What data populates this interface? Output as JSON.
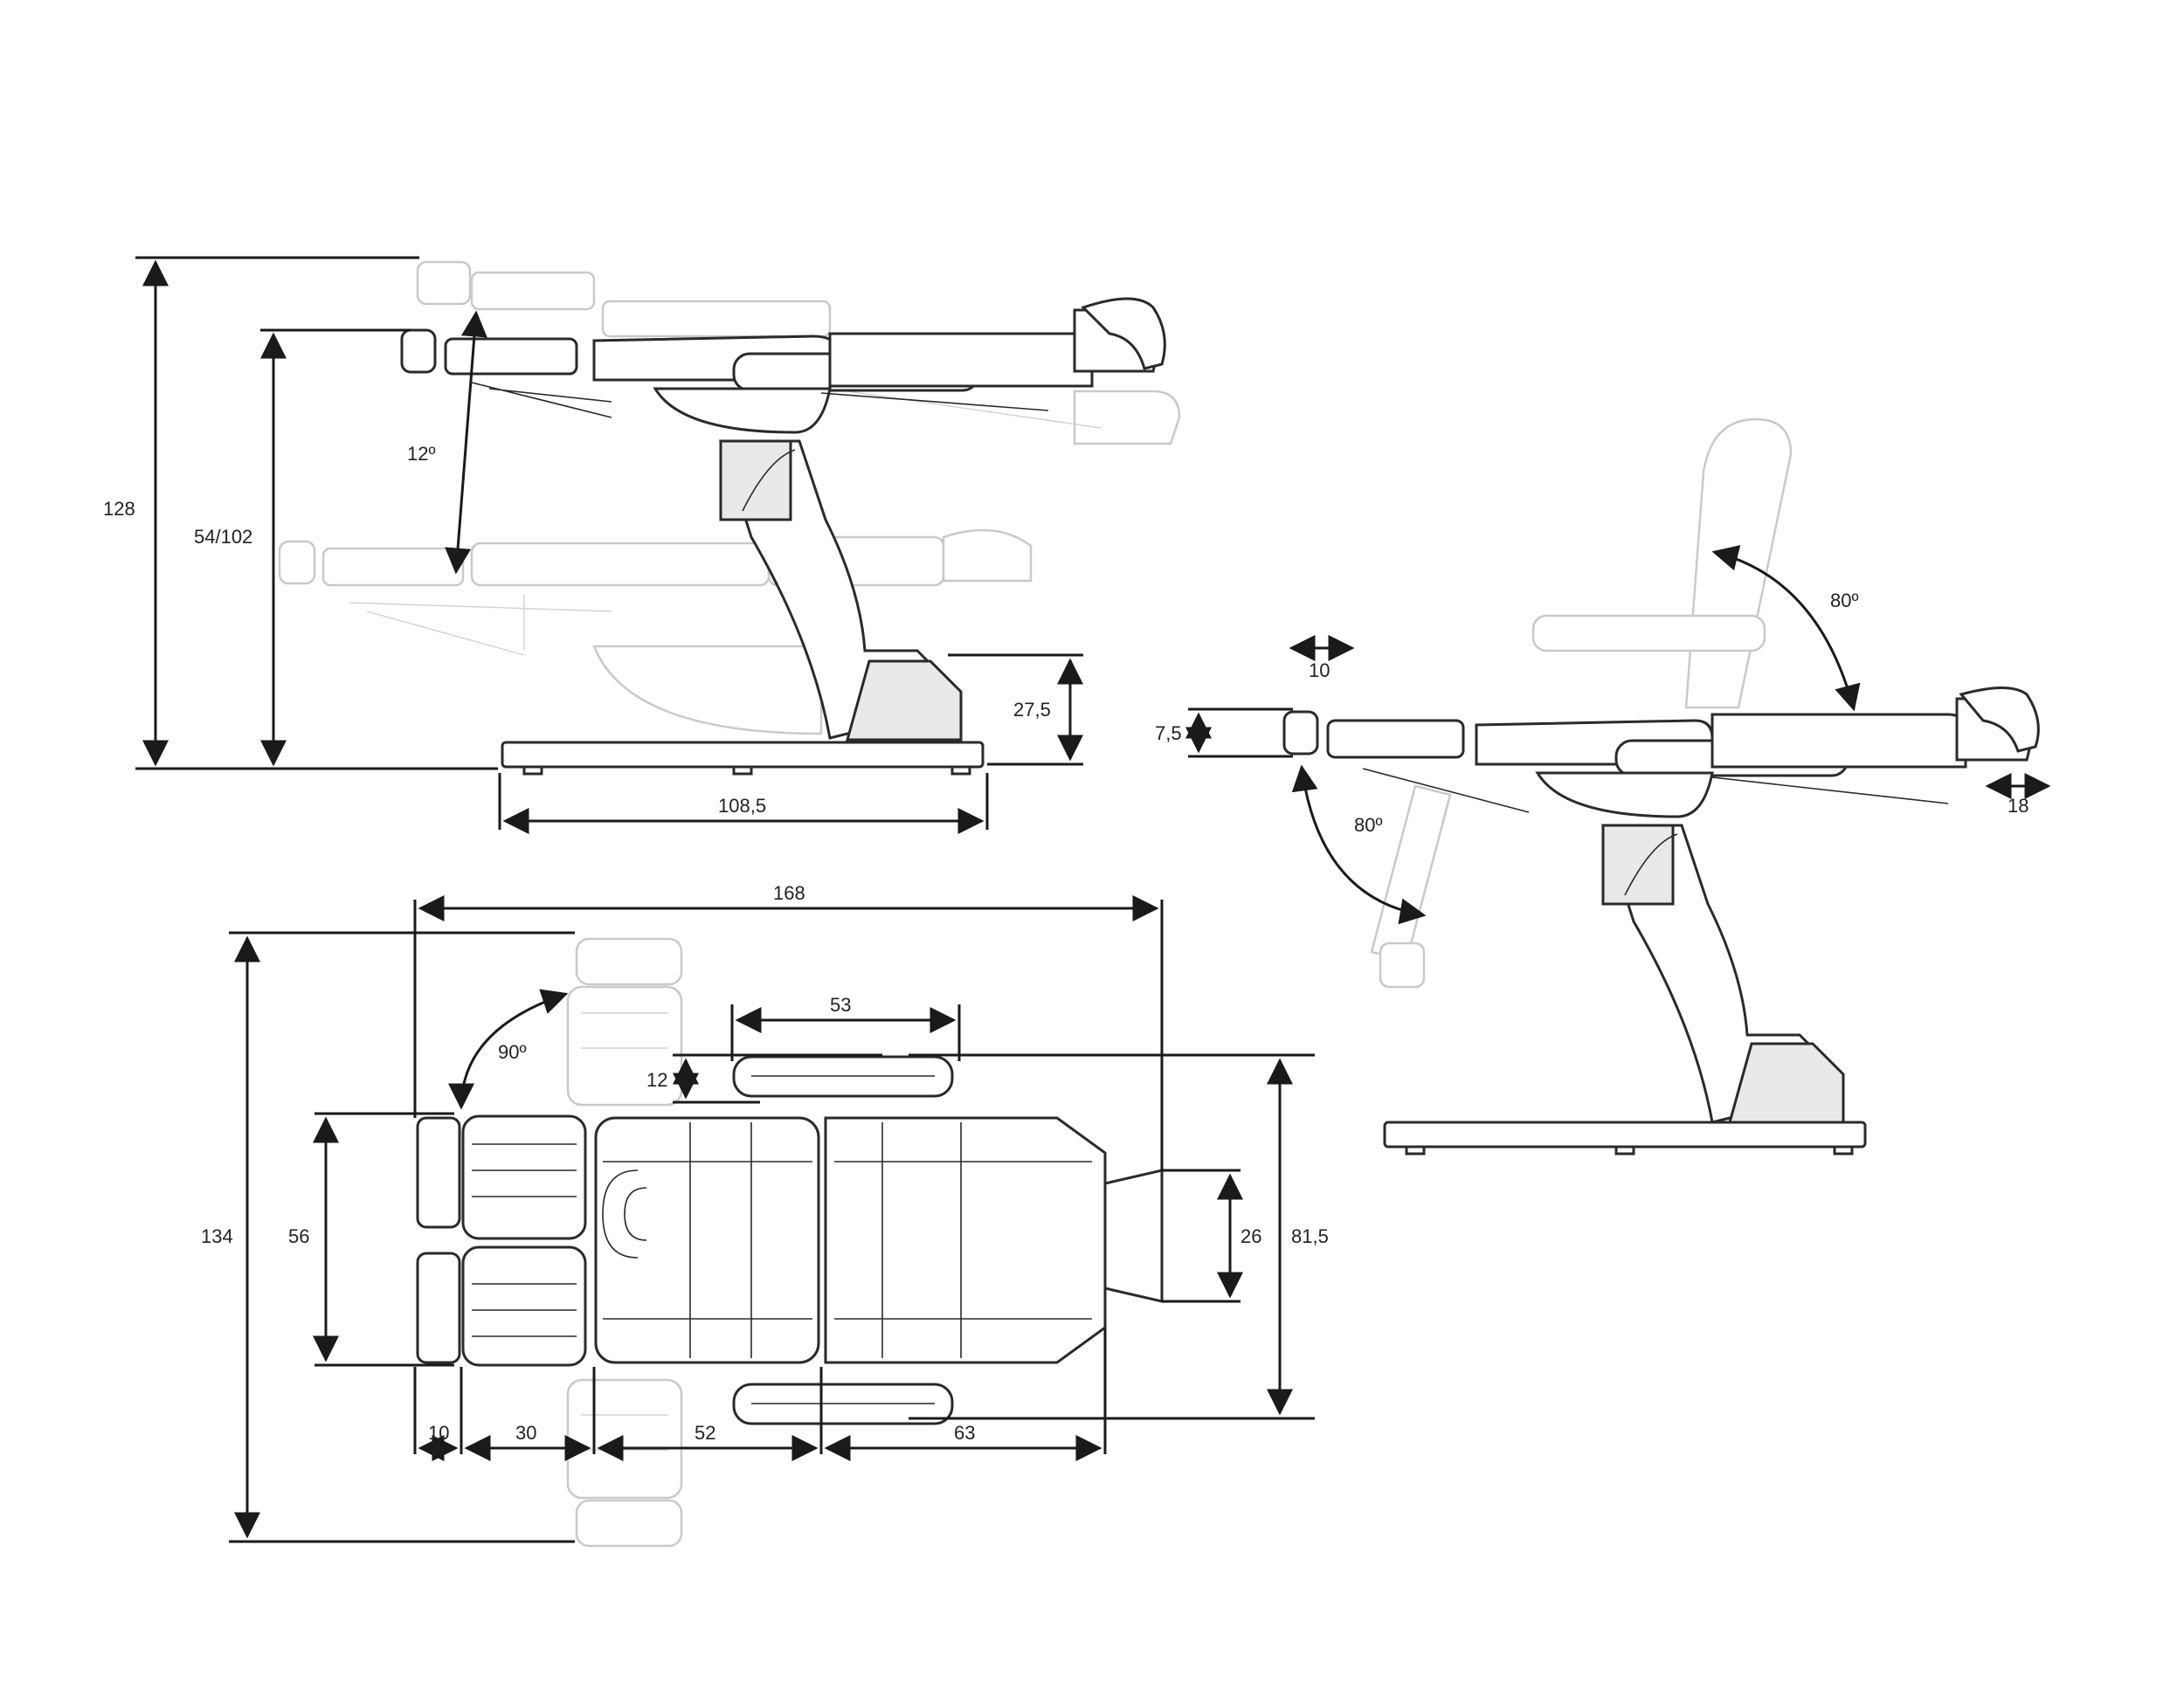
{
  "diagram": {
    "side_view": {
      "height_total": "128",
      "height_range": "54/102",
      "tilt_angle": "12º",
      "base_height": "27,5",
      "base_length": "108,5"
    },
    "reclined_view": {
      "footrest_extension": "10",
      "headrest_extension": "18",
      "footrest_thickness": "7,5",
      "backrest_angle": "80º",
      "legrest_angle": "80º"
    },
    "top_view": {
      "total_length": "168",
      "total_width": "134",
      "foot_width": "56",
      "armrest_angle": "90º",
      "armrest_length": "53",
      "armrest_width": "12",
      "headrest_width": "26",
      "seat_width": "81,5",
      "foot_section": "10",
      "leg_section": "30",
      "seat_section": "52",
      "back_section": "63"
    }
  }
}
